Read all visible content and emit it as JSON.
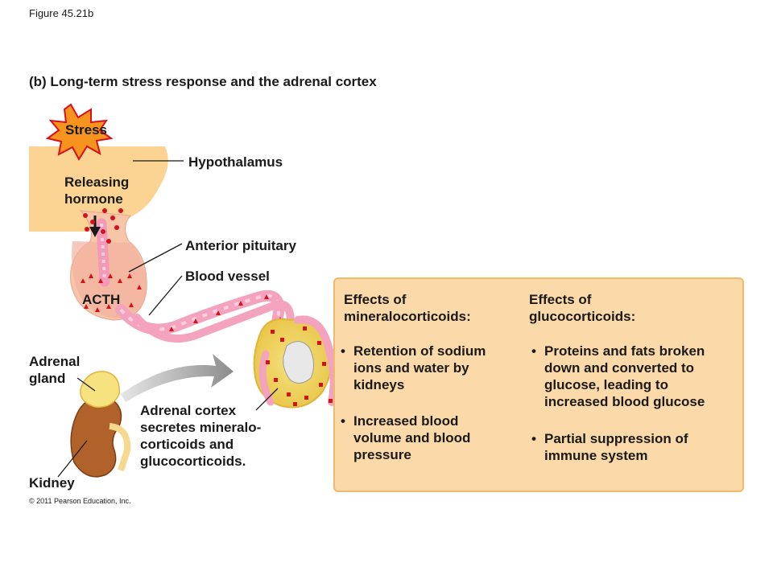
{
  "figure_label": "Figure 45.21b",
  "title": "(b) Long-term stress response and the adrenal cortex",
  "labels": {
    "stress": "Stress",
    "hypothalamus": "Hypothalamus",
    "releasing_hormone_1": "Releasing",
    "releasing_hormone_2": "hormone",
    "anterior_pituitary": "Anterior pituitary",
    "blood_vessel": "Blood vessel",
    "acth": "ACTH",
    "adrenal_gland_1": "Adrenal",
    "adrenal_gland_2": "gland",
    "adrenal_cortex_1": "Adrenal cortex",
    "adrenal_cortex_2": "secretes mineralo-",
    "adrenal_cortex_3": "corticoids and",
    "adrenal_cortex_4": "glucocorticoids.",
    "kidney": "Kidney",
    "copyright": "© 2011 Pearson Education, Inc."
  },
  "panel": {
    "mineralo_heading_1": "Effects of",
    "mineralo_heading_2": "mineralocorticoids:",
    "mineralo_bullets": [
      [
        "Retention of sodium",
        "ions and water by",
        "kidneys"
      ],
      [
        "Increased blood",
        "volume and blood",
        "pressure"
      ]
    ],
    "gluco_heading_1": "Effects of",
    "gluco_heading_2": "glucocorticoids:",
    "gluco_bullets": [
      [
        "Proteins and fats broken",
        "down and converted to",
        "glucose, leading to",
        "increased blood glucose"
      ],
      [
        "Partial suppression of",
        "immune system"
      ]
    ],
    "bullet_char": "•"
  },
  "colors": {
    "panel_fill": "#fbd9a8",
    "panel_border": "#f0b96b",
    "tissue": "#fbd493",
    "pituitary_pink": "#f2b6a6",
    "vessel": "#f4a3bf",
    "hormone_red": "#d6111e",
    "stress_burst": "#f7941d",
    "adrenal_yellow": "#f6e27f",
    "kidney_brown": "#b0622a"
  }
}
